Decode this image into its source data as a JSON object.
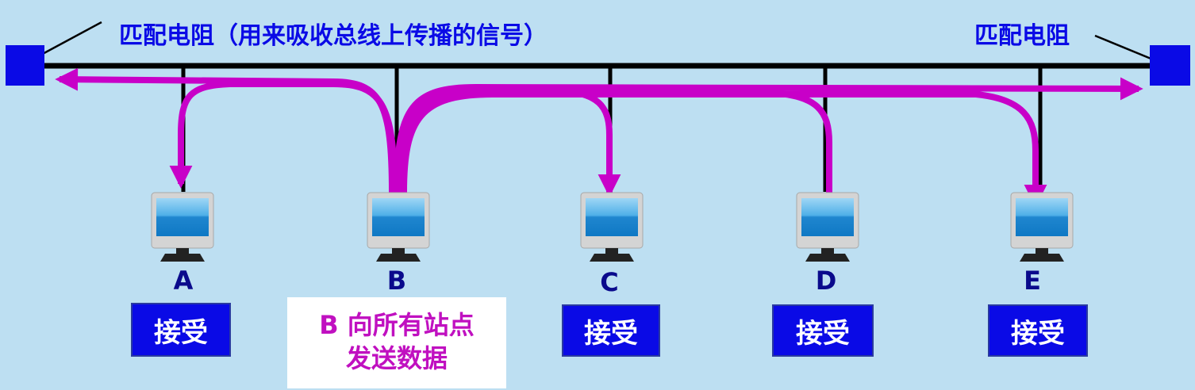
{
  "title_left": "匹配电阻（用来吸收总线上传播的信号）",
  "title_right": "匹配电阻",
  "stations": [
    {
      "label": "A",
      "status": "接受"
    },
    {
      "label": "B",
      "status": "B 向所有站点\n发送数据"
    },
    {
      "label": "C",
      "status": "接受"
    },
    {
      "label": "D",
      "status": "接受"
    },
    {
      "label": "E",
      "status": "接受"
    }
  ],
  "sender_line1": "B 向所有站点",
  "sender_line2": "发送数据",
  "colors": {
    "background": "#bddff2",
    "terminator": "#0a0ae6",
    "arrow": "#c800c8",
    "bus": "#000000"
  }
}
